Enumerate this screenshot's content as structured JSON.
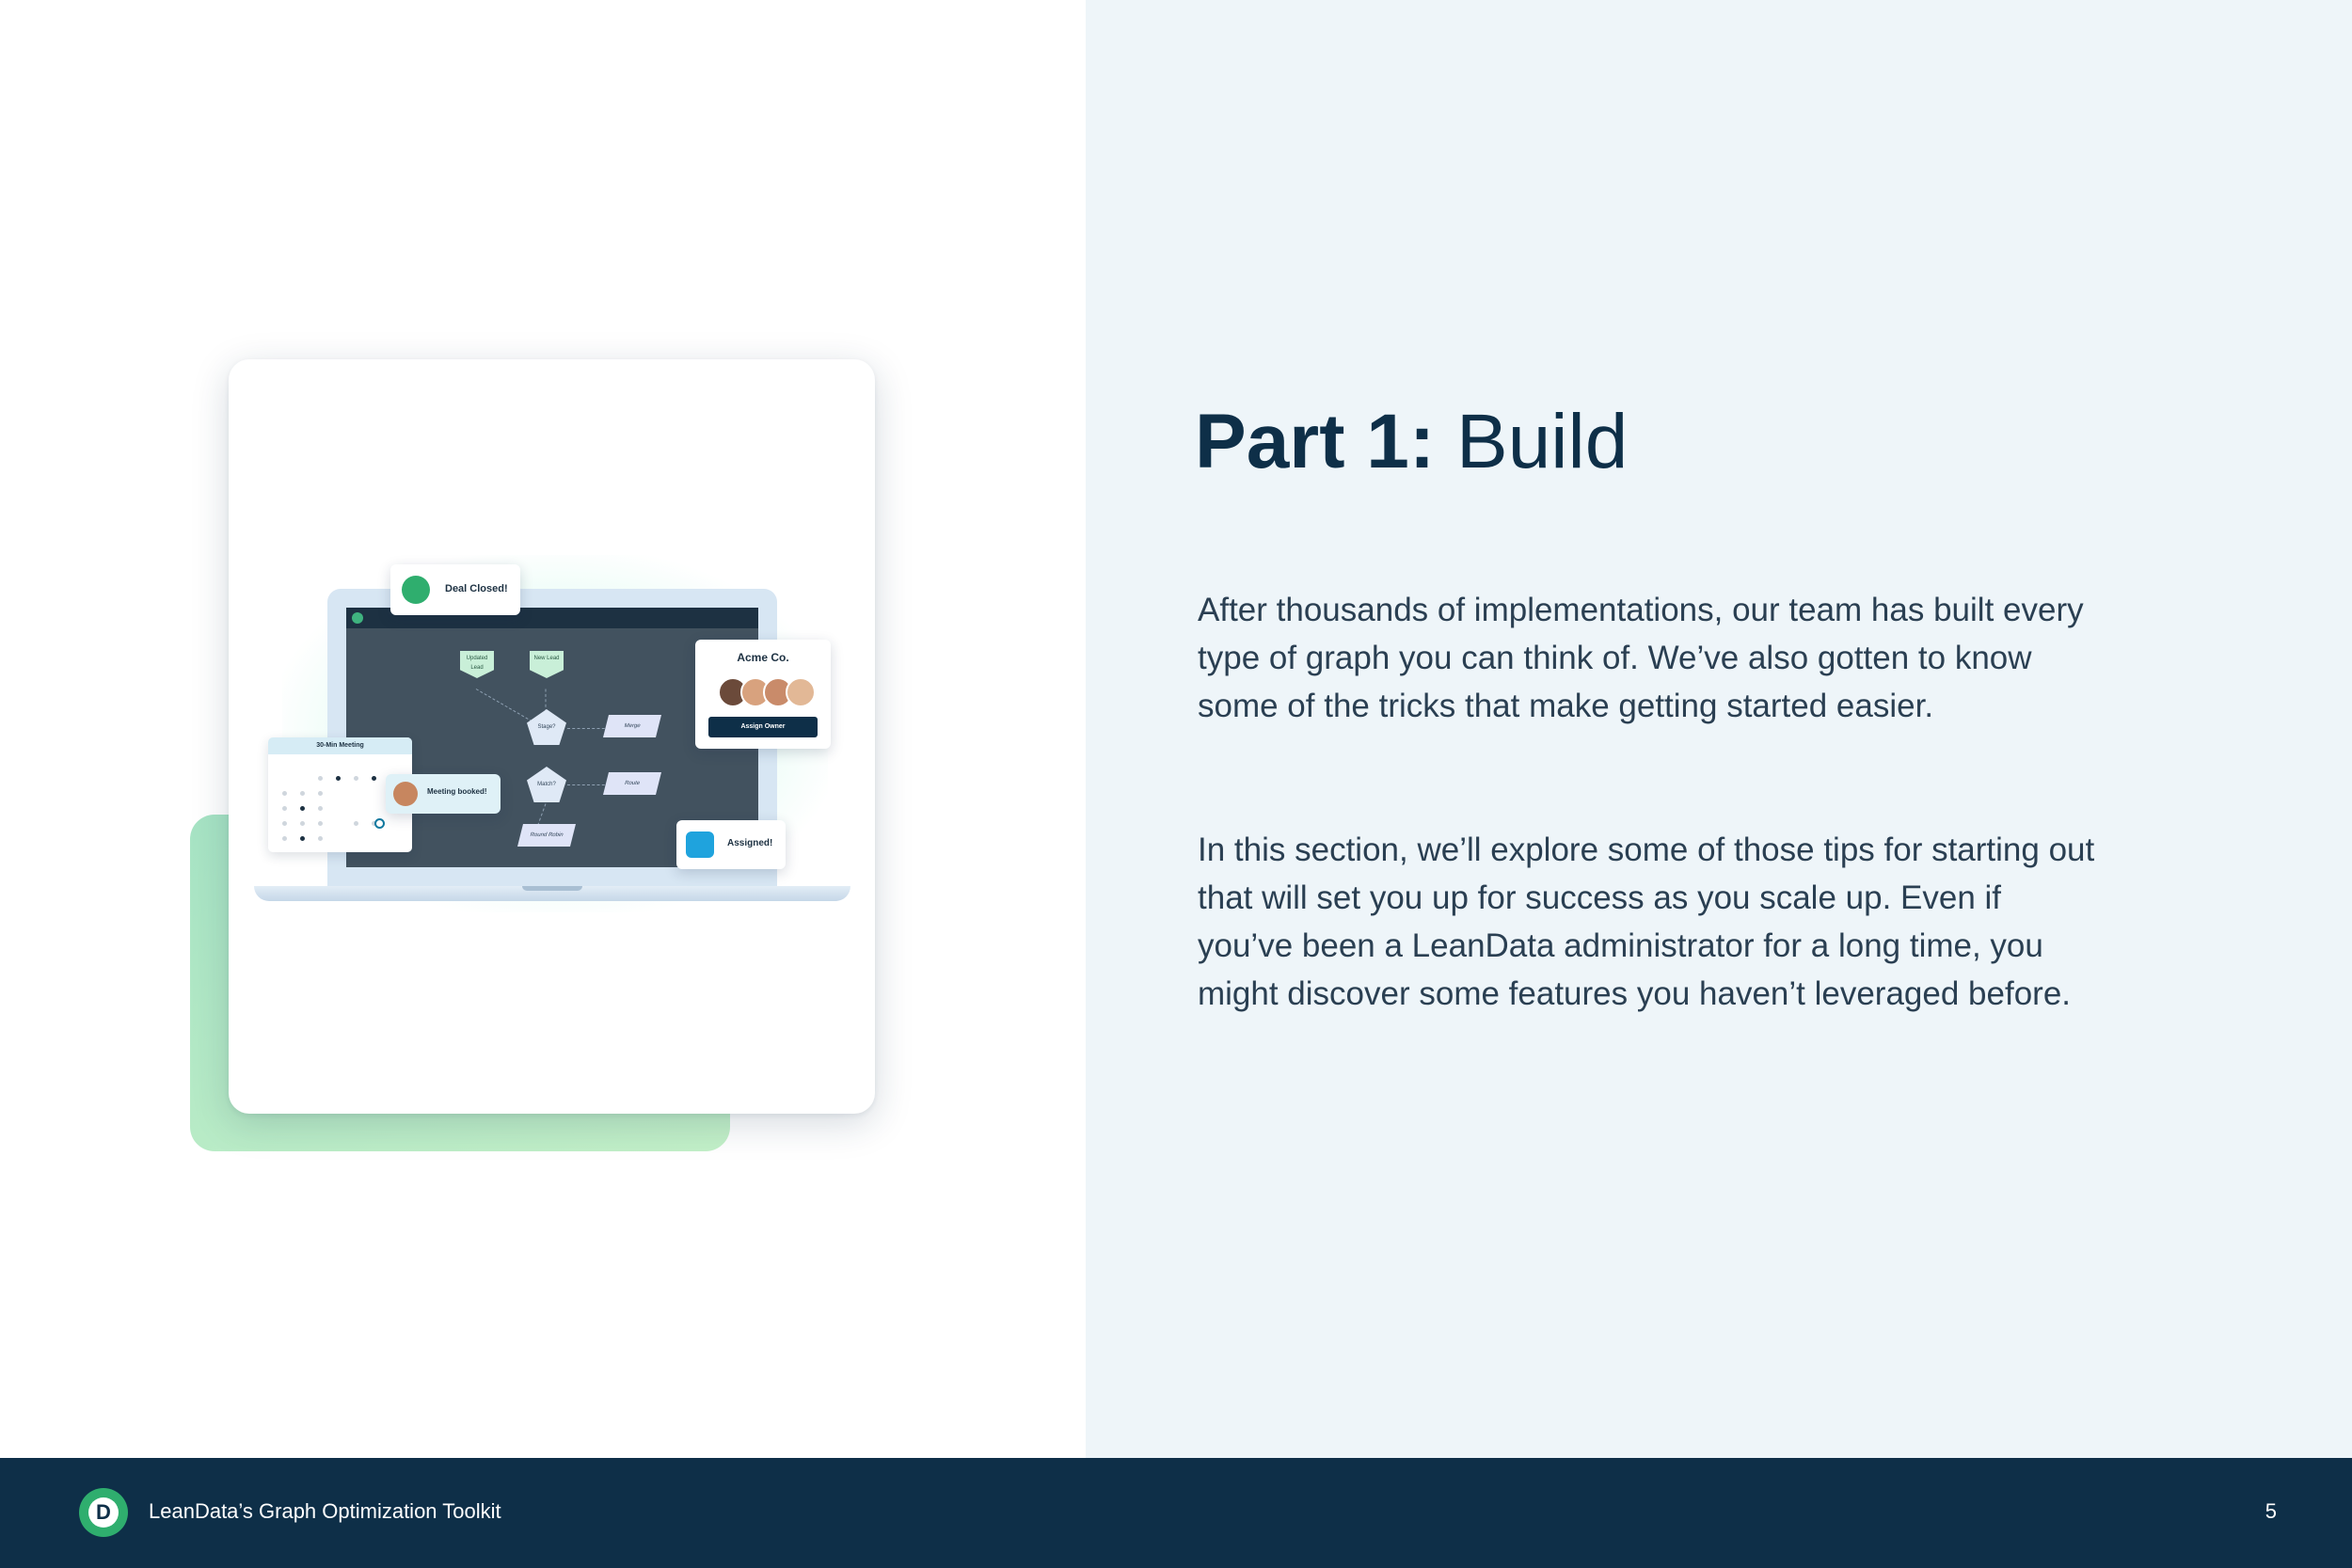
{
  "heading": {
    "bold": "Part 1:",
    "light": " Build"
  },
  "paragraphs": [
    "After thousands of implementations, our team has built every type of graph you can think of. We’ve also gotten to know some of the tricks that make getting started easier.",
    "In this section, we’ll explore some of those tips for starting out that will set you up for success as you scale up. Even if you’ve been a LeanData administrator for a long time, you might discover some features you haven’t leveraged before."
  ],
  "illustration": {
    "deal_toast": "Deal Closed!",
    "meeting_toast": "Meeting booked!",
    "assigned_toast": "Assigned!",
    "calendar_title": "30-Min Meeting",
    "account_card": {
      "title": "Acme Co.",
      "button": "Assign Owner"
    },
    "flow_nodes": {
      "updated_lead": "Updated Lead",
      "new_lead": "New Lead",
      "stage": "Stage?",
      "match": "Match?",
      "merge": "Merge",
      "route": "Route",
      "round_robin": "Round Robin"
    }
  },
  "footer": {
    "logo_letter": "D",
    "title": "LeanData’s Graph Optimization Toolkit",
    "page_number": "5"
  },
  "colors": {
    "navy": "#0e2f48",
    "right_panel_bg": "#eef5f9",
    "brand_green": "#2fae6e",
    "backdrop_green": "#c3f0c8"
  }
}
